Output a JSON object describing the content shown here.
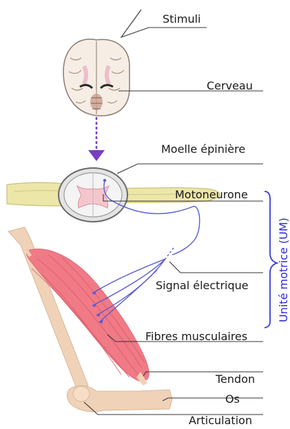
{
  "labels": {
    "stimuli": "Stimuli",
    "cerveau": "Cerveau",
    "moelle": "Moelle épinière",
    "motoneurone": "Motoneurone",
    "signal": "Signal électrique",
    "fibres": "Fibres musculaires",
    "tendon": "Tendon",
    "os": "Os",
    "articulation": "Articulation",
    "unite_motrice": "Unité motrice (UM)"
  },
  "colors": {
    "muscle": "#f07a86",
    "bone": "#f0d2b8",
    "nerve": "#ece6a8",
    "neuron": "#5a5ad0",
    "bracket": "#3a3adc",
    "arrow": "#7a3fc0"
  }
}
